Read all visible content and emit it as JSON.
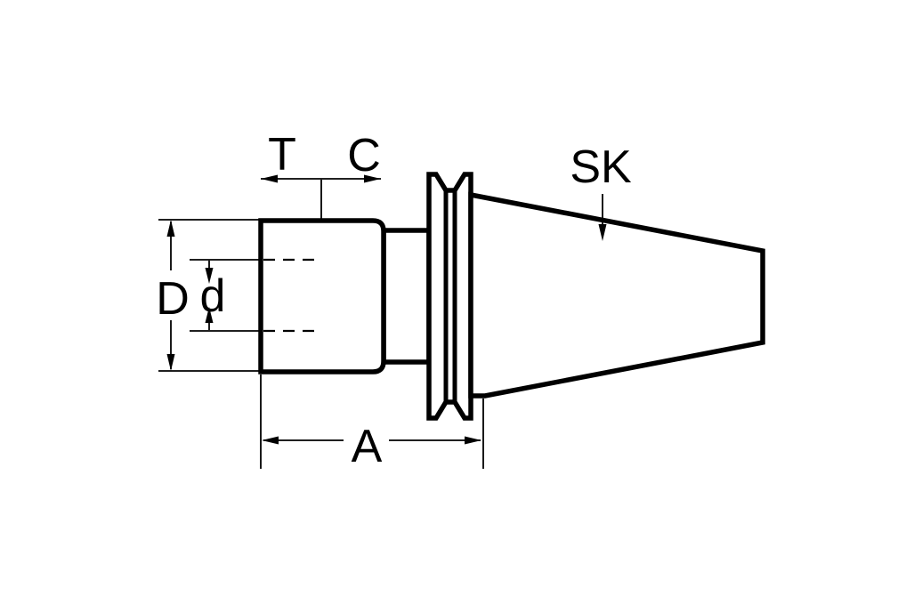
{
  "diagram": {
    "labels": {
      "t": "T",
      "c": "C",
      "sk": "SK",
      "d_major": "D",
      "d_minor": "d",
      "a": "A"
    },
    "colors": {
      "line": "#000000",
      "background": "#ffffff"
    }
  }
}
